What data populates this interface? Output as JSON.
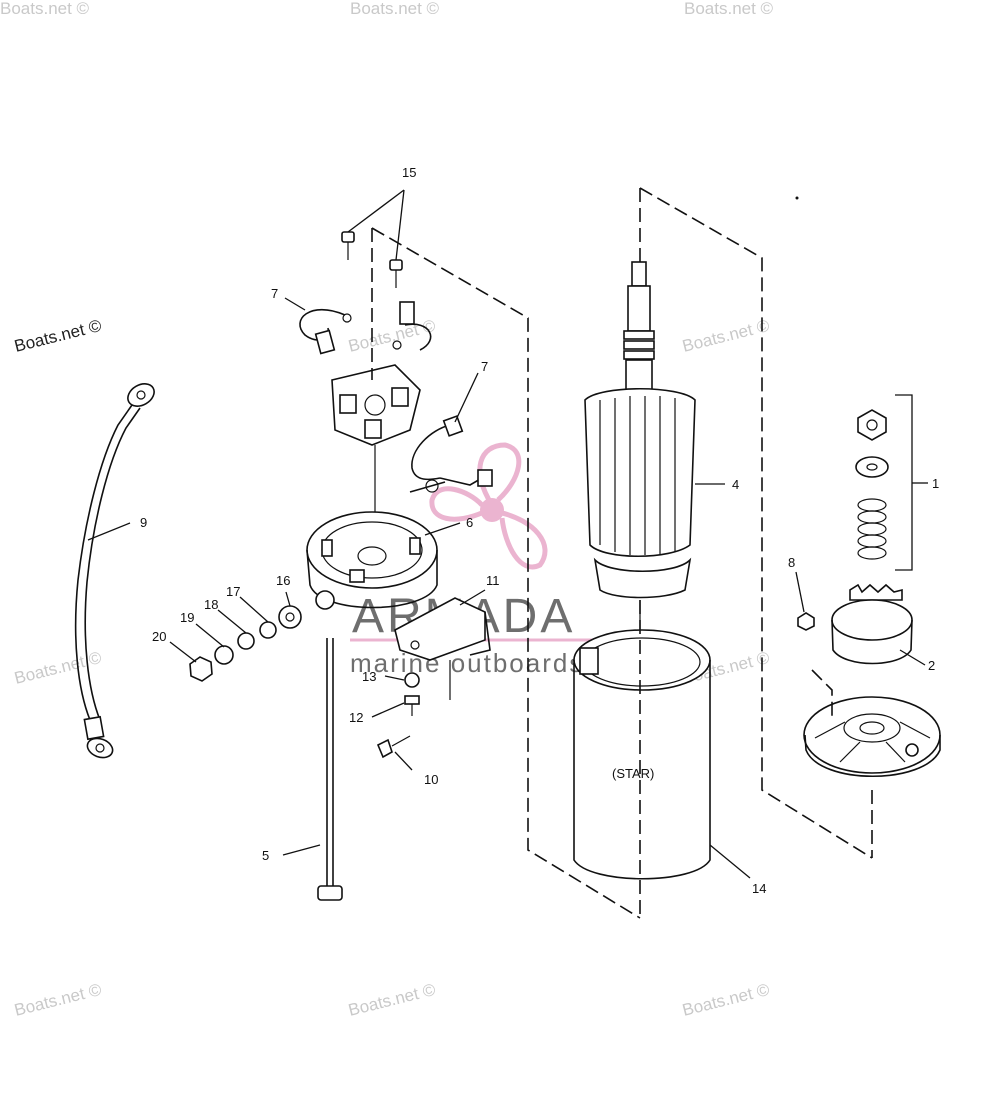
{
  "watermarks": {
    "text": "Boats.net ©"
  },
  "logo": {
    "brand": "ARMADA",
    "tagline": "marine outboards",
    "color": "#e8a8c8"
  },
  "callouts": [
    {
      "id": "1",
      "label": "1"
    },
    {
      "id": "2",
      "label": "2"
    },
    {
      "id": "4",
      "label": "4"
    },
    {
      "id": "5",
      "label": "5"
    },
    {
      "id": "6",
      "label": "6"
    },
    {
      "id": "7a",
      "label": "7"
    },
    {
      "id": "7b",
      "label": "7"
    },
    {
      "id": "8",
      "label": "8"
    },
    {
      "id": "9",
      "label": "9"
    },
    {
      "id": "10",
      "label": "10"
    },
    {
      "id": "11",
      "label": "11"
    },
    {
      "id": "12",
      "label": "12"
    },
    {
      "id": "13",
      "label": "13"
    },
    {
      "id": "14",
      "label": "14"
    },
    {
      "id": "15",
      "label": "15"
    },
    {
      "id": "16",
      "label": "16"
    },
    {
      "id": "17",
      "label": "17"
    },
    {
      "id": "18",
      "label": "18"
    },
    {
      "id": "19",
      "label": "19"
    },
    {
      "id": "20",
      "label": "20"
    }
  ],
  "housing_label": "(STAR)"
}
